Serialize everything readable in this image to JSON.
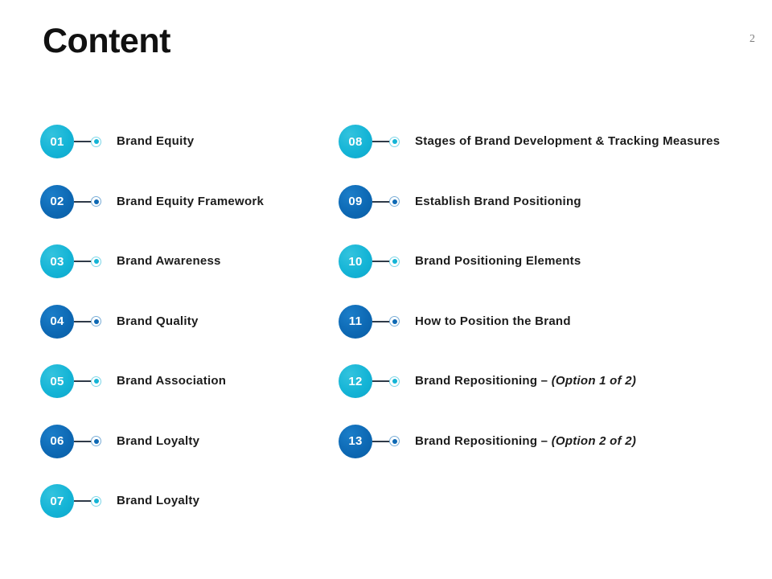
{
  "slide": {
    "title": "Content",
    "page_number": "2",
    "background": "#ffffff"
  },
  "colors": {
    "cyan": "#14b4d6",
    "blue": "#0d69b4",
    "connector": "#2f3a48",
    "text": "#1c1c1c",
    "title": "#111111",
    "page_number": "#7d7d7d"
  },
  "toc": {
    "left_column": [
      {
        "number": "01",
        "label": "Brand Equity",
        "accent": "cyan"
      },
      {
        "number": "02",
        "label": "Brand Equity Framework",
        "accent": "blue"
      },
      {
        "number": "03",
        "label": "Brand Awareness",
        "accent": "cyan"
      },
      {
        "number": "04",
        "label": "Brand Quality",
        "accent": "blue"
      },
      {
        "number": "05",
        "label": "Brand Association",
        "accent": "cyan"
      },
      {
        "number": "06",
        "label": "Brand Loyalty",
        "accent": "blue"
      },
      {
        "number": "07",
        "label": "Brand Loyalty",
        "accent": "cyan"
      }
    ],
    "right_column": [
      {
        "number": "08",
        "label": "Stages of Brand Development & Tracking  Measures",
        "accent": "cyan"
      },
      {
        "number": "09",
        "label": "Establish Brand Positioning",
        "accent": "blue"
      },
      {
        "number": "10",
        "label": "Brand Positioning Elements",
        "accent": "cyan"
      },
      {
        "number": "11",
        "label": "How to Position the Brand",
        "accent": "blue"
      },
      {
        "number": "12",
        "label": "Brand Repositioning  – ",
        "emphasis": "(Option 1 of 2)",
        "accent": "cyan"
      },
      {
        "number": "13",
        "label": "Brand Repositioning  – ",
        "emphasis": "(Option 2 of 2)",
        "accent": "blue"
      }
    ]
  }
}
